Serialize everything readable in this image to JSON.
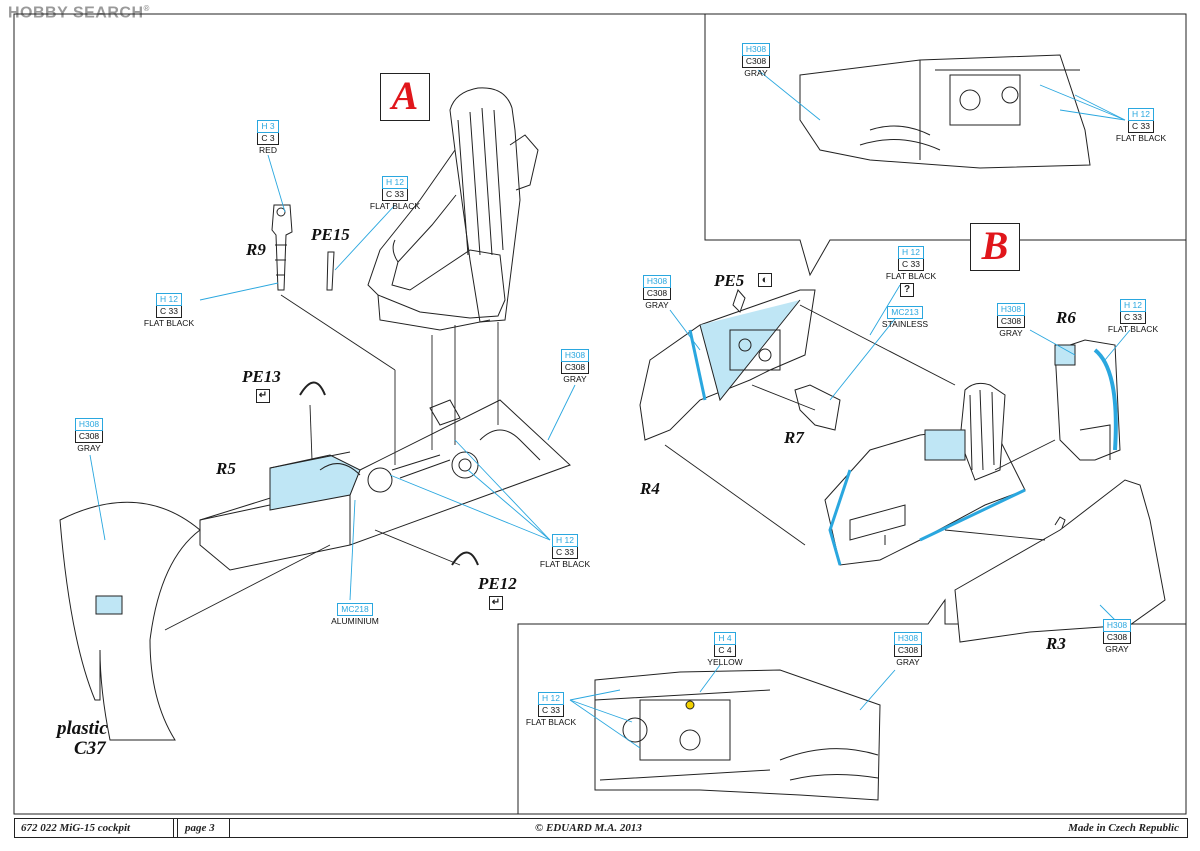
{
  "watermark": "HOBBY SEARCH",
  "sections": {
    "a": "A",
    "b": "B"
  },
  "parts": {
    "r9": "R9",
    "pe15": "PE15",
    "pe13": "PE13",
    "r5": "R5",
    "pe12": "PE12",
    "plastic": "plastic",
    "c37": "C37",
    "pe5": "PE5",
    "r7": "R7",
    "r4": "R4",
    "r6": "R6",
    "r3": "R3"
  },
  "callouts": {
    "h3_red": {
      "h": "H 3",
      "c": "C 3",
      "name": "RED"
    },
    "h12_a_top": {
      "h": "H 12",
      "c": "C 33",
      "name": "FLAT BLACK"
    },
    "h12_r9": {
      "h": "H 12",
      "c": "C 33",
      "name": "FLAT BLACK"
    },
    "h308_a_right": {
      "h": "H308",
      "c": "C308",
      "name": "GRAY"
    },
    "h308_left": {
      "h": "H308",
      "c": "C308",
      "name": "GRAY"
    },
    "h12_a_bottom": {
      "h": "H 12",
      "c": "C 33",
      "name": "FLAT BLACK"
    },
    "mc218": {
      "h": "MC218",
      "name": "ALUMINIUM"
    },
    "h308_top_inset": {
      "h": "H308",
      "c": "C308",
      "name": "GRAY"
    },
    "h12_top_inset": {
      "h": "H 12",
      "c": "C 33",
      "name": "FLAT BLACK"
    },
    "h308_r4": {
      "h": "H308",
      "c": "C308",
      "name": "GRAY"
    },
    "h12_b_top": {
      "h": "H 12",
      "c": "C 33",
      "name": "FLAT BLACK"
    },
    "mc213": {
      "h": "MC213",
      "name": "STAINLESS"
    },
    "h308_r6": {
      "h": "H308",
      "c": "C308",
      "name": "GRAY"
    },
    "h12_r6": {
      "h": "H 12",
      "c": "C 33",
      "name": "FLAT BLACK"
    },
    "h308_r3": {
      "h": "H308",
      "c": "C308",
      "name": "GRAY"
    },
    "h4_yellow": {
      "h": "H 4",
      "c": "C 4",
      "name": "YELLOW"
    },
    "h308_bottom_inset": {
      "h": "H308",
      "c": "C308",
      "name": "GRAY"
    },
    "h12_bottom_inset": {
      "h": "H 12",
      "c": "C 33",
      "name": "FLAT BLACK"
    }
  },
  "symbols": {
    "question": "?"
  },
  "footer": {
    "kit": "672 022  MiG-15 cockpit",
    "page": "page 3",
    "copyright": "© EDUARD  M.A. 2013",
    "origin": "Made in Czech Republic"
  },
  "colors": {
    "accent_blue": "#2aa7df",
    "fill_blue": "#bfe6f5",
    "section_red": "#e0161b"
  }
}
